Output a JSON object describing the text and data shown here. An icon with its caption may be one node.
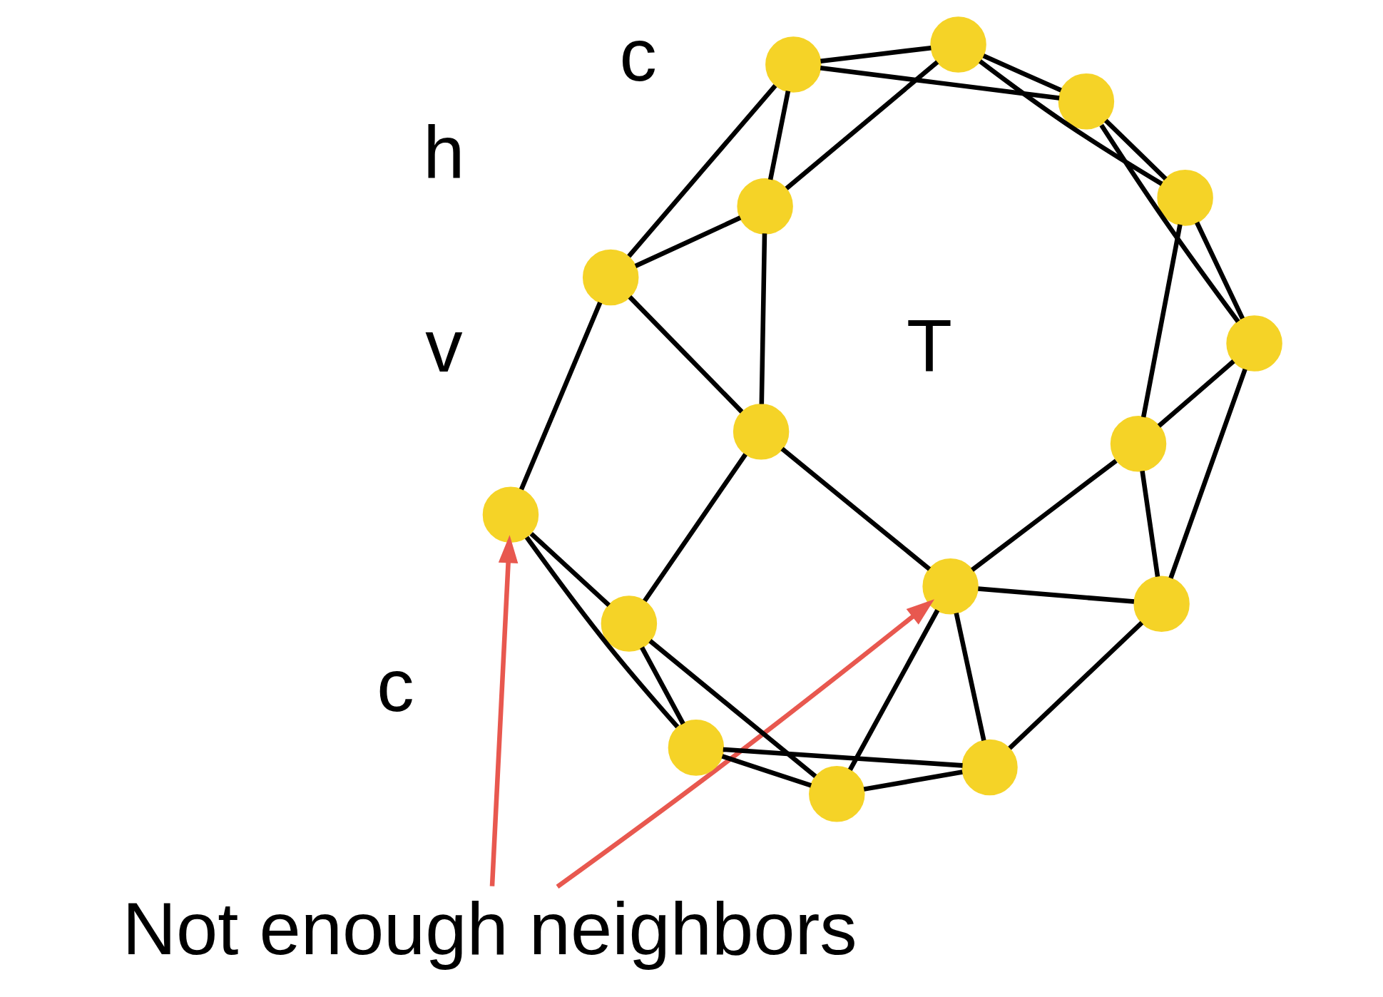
{
  "diagram": {
    "nodes": [
      {
        "text": [],
        "shape": "circle"
      },
      {
        "text": [],
        "shape": "circle"
      },
      {
        "text": [],
        "shape": "circle"
      },
      {
        "text": [],
        "shape": "circle"
      },
      {
        "text": [],
        "shape": "circle"
      },
      {
        "text": [
          "Not enough neighbors"
        ]
      },
      {
        "text": [],
        "shape": "circle"
      },
      {
        "text": [],
        "shape": "circle"
      },
      {
        "text": [],
        "shape": "circle"
      },
      {
        "text": [],
        "shape": "circle"
      },
      {
        "text": [],
        "shape": "circle"
      },
      {
        "text": [],
        "shape": "circle"
      },
      {
        "text": [],
        "shape": "circle"
      },
      {
        "text": [],
        "shape": "circle"
      },
      {
        "text": [],
        "shape": "circle"
      },
      {
        "text": [],
        "shape": "circle"
      },
      {
        "text": [],
        "shape": "circle"
      }
    ],
    "edges": [
      {
        "from": 0,
        "to": 4,
        "arrow": "none"
      },
      {
        "from": 4,
        "to": 9,
        "arrow": "none"
      },
      {
        "from": 9,
        "to": 15,
        "arrow": "none"
      },
      {
        "from": 15,
        "to": 16,
        "arrow": "none"
      },
      {
        "from": 16,
        "to": 12,
        "arrow": "none"
      },
      {
        "from": 12,
        "to": 8,
        "arrow": "none"
      },
      {
        "from": 8,
        "to": 1,
        "arrow": "none"
      },
      {
        "from": 1,
        "to": 0,
        "arrow": "none"
      },
      {
        "from": 2,
        "to": 3,
        "arrow": "none"
      },
      {
        "from": 3,
        "to": 7,
        "arrow": "none"
      },
      {
        "from": 7,
        "to": 11,
        "arrow": "none"
      },
      {
        "from": 11,
        "to": 14,
        "arrow": "none"
      },
      {
        "from": 14,
        "to": 13,
        "arrow": "none"
      },
      {
        "from": 13,
        "to": 10,
        "arrow": "none"
      },
      {
        "from": 10,
        "to": 6,
        "arrow": "none"
      },
      {
        "from": 6,
        "to": 2,
        "arrow": "none"
      },
      {
        "from": 0,
        "to": 2,
        "arrow": "none"
      },
      {
        "from": 0,
        "to": 3,
        "arrow": "none"
      },
      {
        "from": 3,
        "to": 4,
        "arrow": "none"
      },
      {
        "from": 4,
        "to": 7,
        "arrow": "none"
      },
      {
        "from": 7,
        "to": 9,
        "arrow": "none"
      },
      {
        "from": 9,
        "to": 11,
        "arrow": "none"
      },
      {
        "from": 11,
        "to": 15,
        "arrow": "none"
      },
      {
        "from": 15,
        "to": 14,
        "arrow": "none"
      },
      {
        "from": 14,
        "to": 16,
        "arrow": "none"
      },
      {
        "from": 16,
        "to": 13,
        "arrow": "none"
      },
      {
        "from": 13,
        "to": 12,
        "arrow": "none"
      },
      {
        "from": 12,
        "to": 10,
        "arrow": "none"
      },
      {
        "from": 10,
        "to": 8,
        "arrow": "none"
      },
      {
        "from": 8,
        "to": 6,
        "arrow": "none"
      },
      {
        "from": 6,
        "to": 1,
        "arrow": "none"
      },
      {
        "from": 2,
        "to": 13,
        "arrow": "none"
      },
      {
        "from": 5,
        "to": 1,
        "arrow": "to",
        "color": "#e8584f"
      },
      {
        "from": 5,
        "to": 13,
        "arrow": "to",
        "color": "#e8584f"
      }
    ],
    "labels": [
      "T",
      "h",
      "v",
      "c",
      "c"
    ]
  }
}
